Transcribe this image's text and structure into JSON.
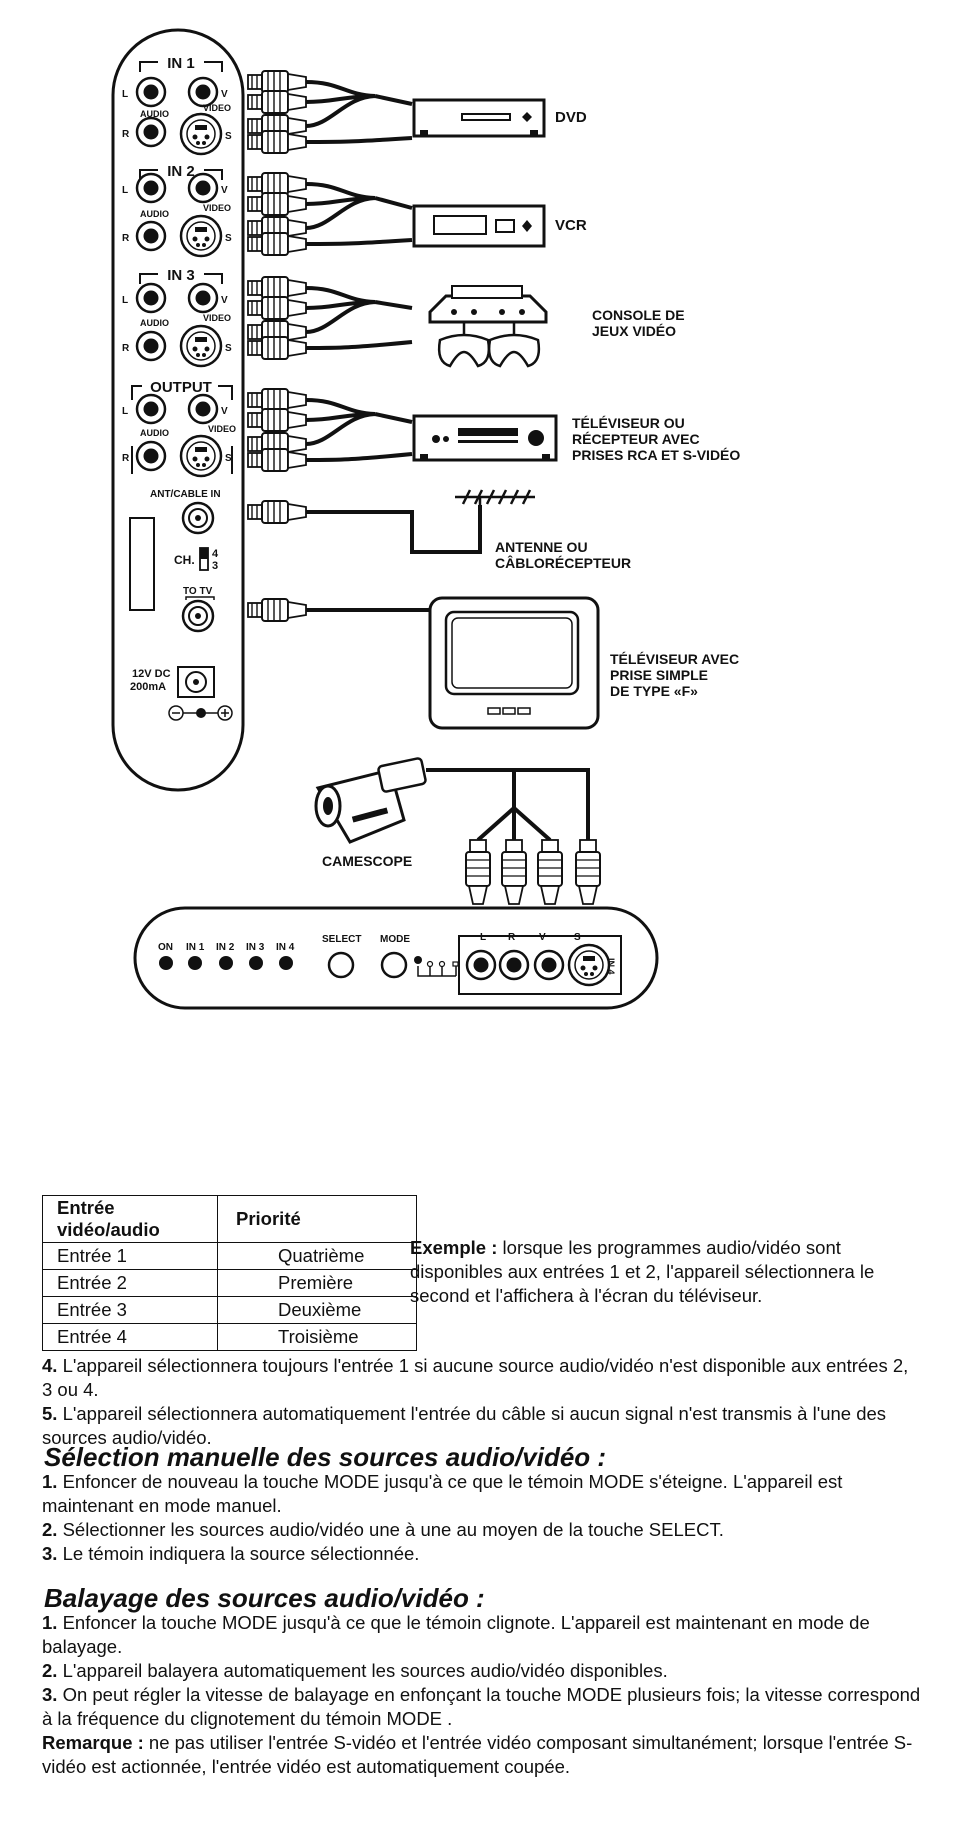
{
  "panel": {
    "groups": [
      {
        "title": "IN 1",
        "left": "L",
        "right": "V",
        "audio": "AUDIO",
        "video": "VIDEO",
        "r": "R",
        "s": "S"
      },
      {
        "title": "IN 2",
        "left": "L",
        "right": "V",
        "audio": "AUDIO",
        "video": "VIDEO",
        "r": "R",
        "s": "S"
      },
      {
        "title": "IN 3",
        "left": "L",
        "right": "V",
        "audio": "AUDIO",
        "video": "VIDEO",
        "r": "R",
        "s": "S"
      },
      {
        "title": "OUTPUT",
        "left": "L",
        "right": "V",
        "audio": "AUDIO",
        "video": "VIDEO",
        "r": "R",
        "s": "S"
      }
    ],
    "ant_label": "ANT/CABLE IN",
    "ch_label": "CH.",
    "ch_4": "4",
    "ch_3": "3",
    "totv_label": "TO TV",
    "dc_label_1": "12V DC",
    "dc_label_2": "200mA"
  },
  "devices": {
    "dvd": "DVD",
    "vcr": "VCR",
    "console_1": "CONSOLE DE",
    "console_2": "JEUX VIDÉO",
    "receiver_1": "TÉLÉVISEUR OU",
    "receiver_2": "RÉCEPTEUR AVEC",
    "receiver_3": "PRISES RCA ET S-VIDÉO",
    "antenna_1": "ANTENNE OU",
    "antenna_2": "CÂBLORÉCEPTEUR",
    "tv_1": "TÉLÉVISEUR AVEC",
    "tv_2": "PRISE SIMPLE",
    "tv_3": "DE TYPE «F»",
    "camcorder": "CAMESCOPE"
  },
  "front": {
    "leds": [
      "ON",
      "IN 1",
      "IN 2",
      "IN 3",
      "IN 4"
    ],
    "select": "SELECT",
    "mode": "MODE",
    "l": "L",
    "r": "R",
    "v": "V",
    "s": "S",
    "in4": "IN 4"
  },
  "table": {
    "headers": [
      "Entrée vidéo/audio",
      "Priorité"
    ],
    "rows": [
      [
        "Entrée 1",
        "Quatrième"
      ],
      [
        "Entrée 2",
        "Première"
      ],
      [
        "Entrée 3",
        "Deuxième"
      ],
      [
        "Entrée 4",
        "Troisième"
      ]
    ]
  },
  "example": {
    "lead": "Exemple :",
    "text": " lorsque les programmes audio/vidéo sont disponibles aux entrées 1 et 2, l'appareil sélectionnera le second et l'affichera à l'écran du téléviseur."
  },
  "notes": [
    {
      "num": "4.",
      "text": " L'appareil sélectionnera toujours l'entrée 1 si aucune source audio/vidéo n'est disponible aux entrées 2, 3 ou 4."
    },
    {
      "num": "5.",
      "text": " L'appareil sélectionnera automatiquement l'entrée du câble si aucun signal n'est transmis à l'une des sources audio/vidéo."
    }
  ],
  "manual": {
    "heading": "Sélection manuelle des sources audio/vidéo :",
    "items": [
      {
        "num": "1.",
        "text": " Enfoncer de nouveau la touche MODE jusqu'à ce que le témoin MODE s'éteigne. L'appareil est maintenant en mode manuel."
      },
      {
        "num": "2.",
        "text": " Sélectionner les sources audio/vidéo une à une au moyen de la touche SELECT."
      },
      {
        "num": "3.",
        "text": " Le témoin indiquera la source sélectionnée."
      }
    ]
  },
  "scan": {
    "heading": "Balayage des sources audio/vidéo :",
    "items": [
      {
        "num": "1.",
        "text": " Enfoncer la touche MODE jusqu'à ce que le témoin clignote. L'appareil est maintenant en mode de balayage."
      },
      {
        "num": "2.",
        "text": " L'appareil balayera automatiquement les sources audio/vidéo disponibles."
      },
      {
        "num": "3.",
        "text": " On peut régler la vitesse de balayage en enfonçant la touche MODE plusieurs fois; la vitesse correspond à la fréquence du clignotement du témoin MODE ."
      }
    ],
    "remark_lead": "Remarque :",
    "remark_text": " ne pas utiliser l'entrée S-vidéo et l'entrée vidéo composant simultanément; lorsque l'entrée S-vidéo est actionnée, l'entrée vidéo est automatiquement coupée."
  }
}
